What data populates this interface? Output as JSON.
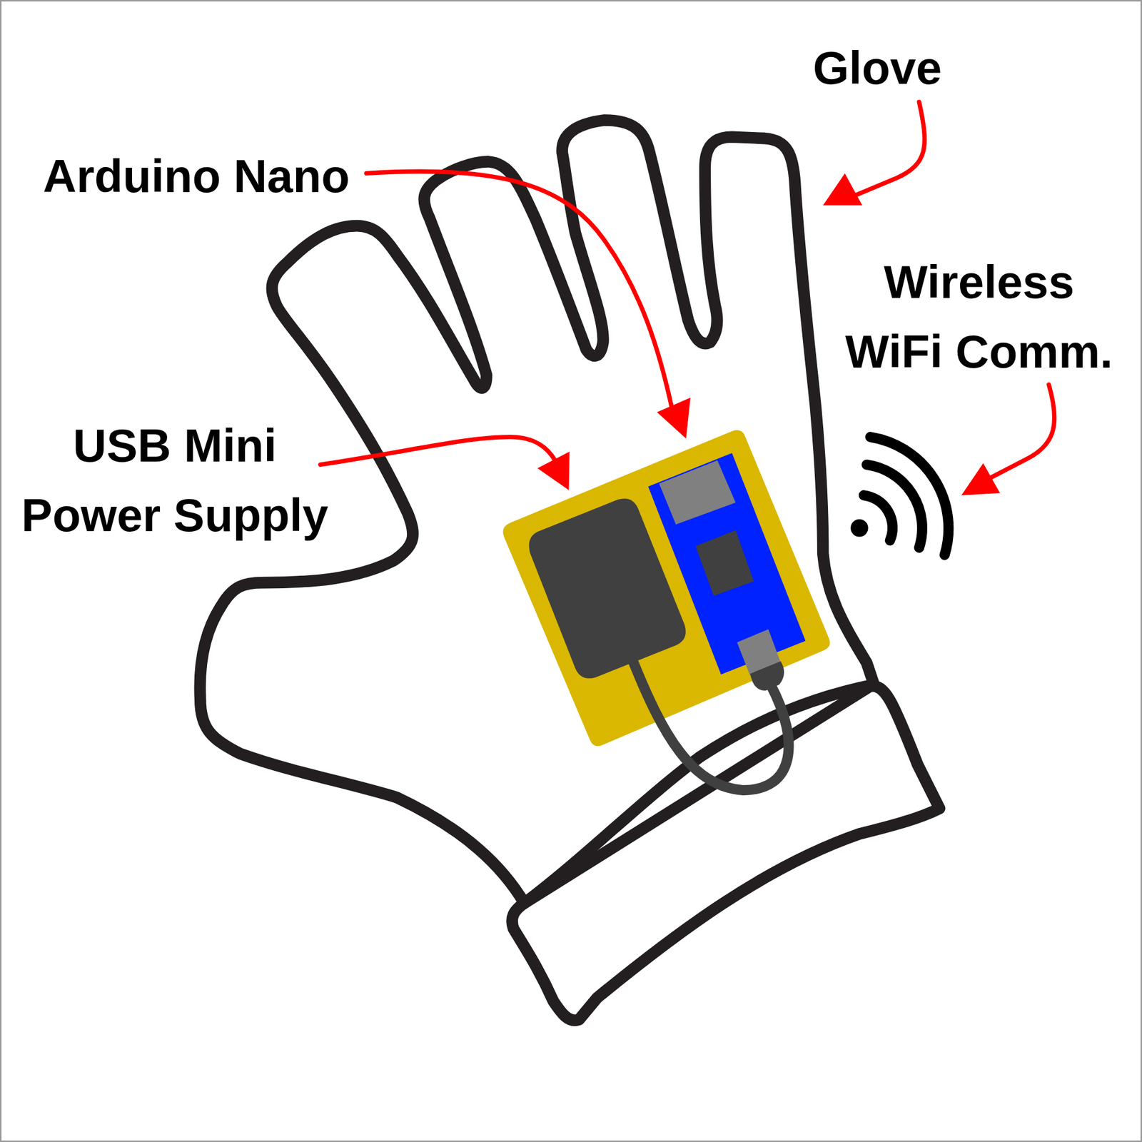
{
  "diagram": {
    "labels": [
      "Glove",
      "Arduino Nano",
      "Wireless WiFi Comm.",
      "USB Mini Power Supply"
    ]
  }
}
